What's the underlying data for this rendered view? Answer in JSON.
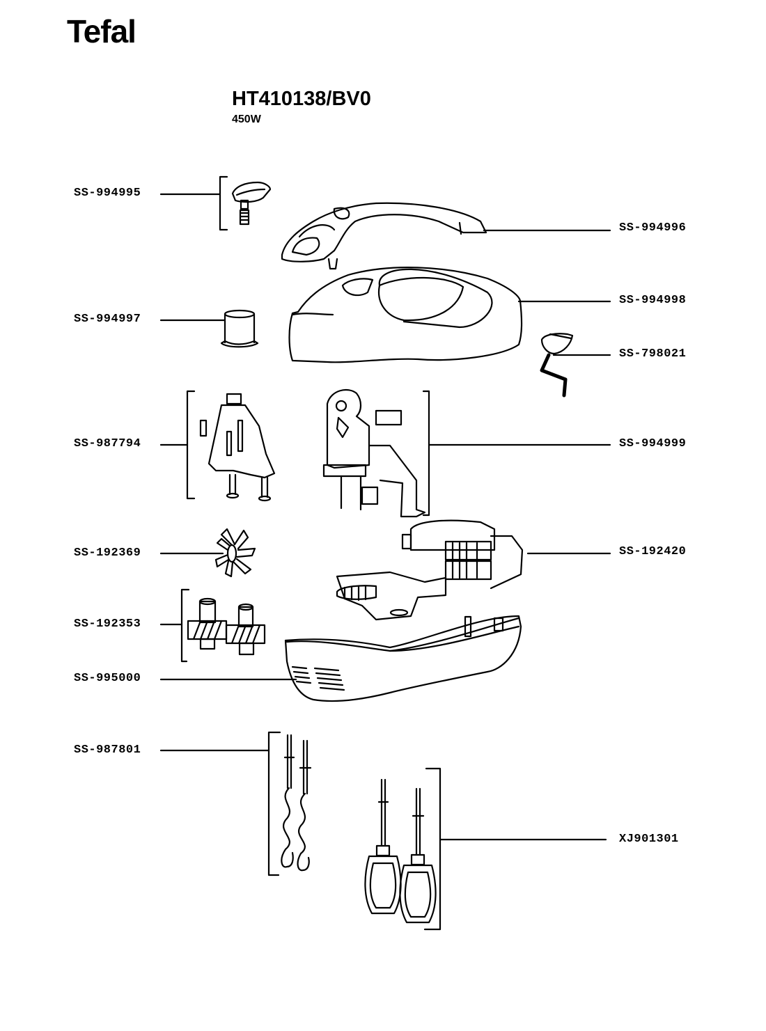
{
  "header": {
    "brand": "Tefal",
    "model": "HT410138/BV0",
    "power": "450W"
  },
  "parts_left": [
    {
      "ref": "SS-994995",
      "part": "button-with-spring"
    },
    {
      "ref": "SS-994997",
      "part": "cap"
    },
    {
      "ref": "SS-987794",
      "part": "ejector-assembly"
    },
    {
      "ref": "SS-192369",
      "part": "fan"
    },
    {
      "ref": "SS-192353",
      "part": "gear-pair"
    },
    {
      "ref": "SS-995000",
      "part": "bottom-housing"
    },
    {
      "ref": "SS-987801",
      "part": "dough-hooks"
    }
  ],
  "parts_right": [
    {
      "ref": "SS-994996",
      "part": "handle"
    },
    {
      "ref": "SS-994998",
      "part": "upper-housing"
    },
    {
      "ref": "SS-798021",
      "part": "power-cord-clip"
    },
    {
      "ref": "SS-994999",
      "part": "switch-board-assembly"
    },
    {
      "ref": "SS-192420",
      "part": "motor"
    },
    {
      "ref": "XJ901301",
      "part": "beaters"
    }
  ]
}
